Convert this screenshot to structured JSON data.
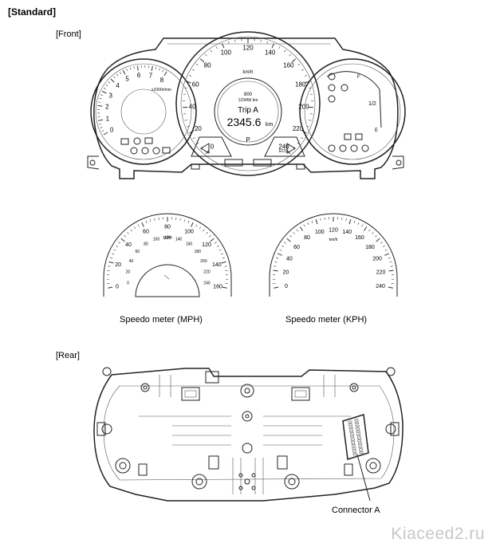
{
  "heading": "[Standard]",
  "front_label": "[Front]",
  "rear_label": "[Rear]",
  "speedo_mph_caption": "Speedo meter (MPH)",
  "speedo_kph_caption": "Speedo meter (KPH)",
  "connector_label": "Connector A",
  "watermark": "Kiaceed2.ru",
  "cluster": {
    "trip_label": "Trip A",
    "trip_value": "2345.6",
    "trip_unit": "km",
    "odo_value": "800",
    "odo_small": "123456 km",
    "gear": "P",
    "eco": "ECO",
    "speed_unit": "km/h",
    "rpm_unit": "x1000r/min",
    "tach_ticks": [
      "0",
      "1",
      "2",
      "3",
      "4",
      "5",
      "6",
      "7",
      "8"
    ],
    "speed_ticks": [
      "0",
      "20",
      "40",
      "60",
      "80",
      "100",
      "120",
      "140",
      "160",
      "180",
      "200",
      "220",
      "240"
    ],
    "fuel_labels": [
      "E",
      "1/2",
      "F"
    ]
  },
  "kph_ticks": [
    "0",
    "20",
    "40",
    "60",
    "80",
    "100",
    "120",
    "140",
    "160",
    "180",
    "200",
    "220",
    "240"
  ],
  "kph_unit": "km/h",
  "mph_outer_ticks": [
    "0",
    "20",
    "40",
    "60",
    "80",
    "100",
    "120",
    "140",
    "160"
  ],
  "mph_inner_ticks": [
    "0",
    "20",
    "40",
    "60",
    "80",
    "100",
    "120",
    "140",
    "160",
    "180",
    "200",
    "220",
    "240"
  ],
  "mph_unit": "MPH"
}
